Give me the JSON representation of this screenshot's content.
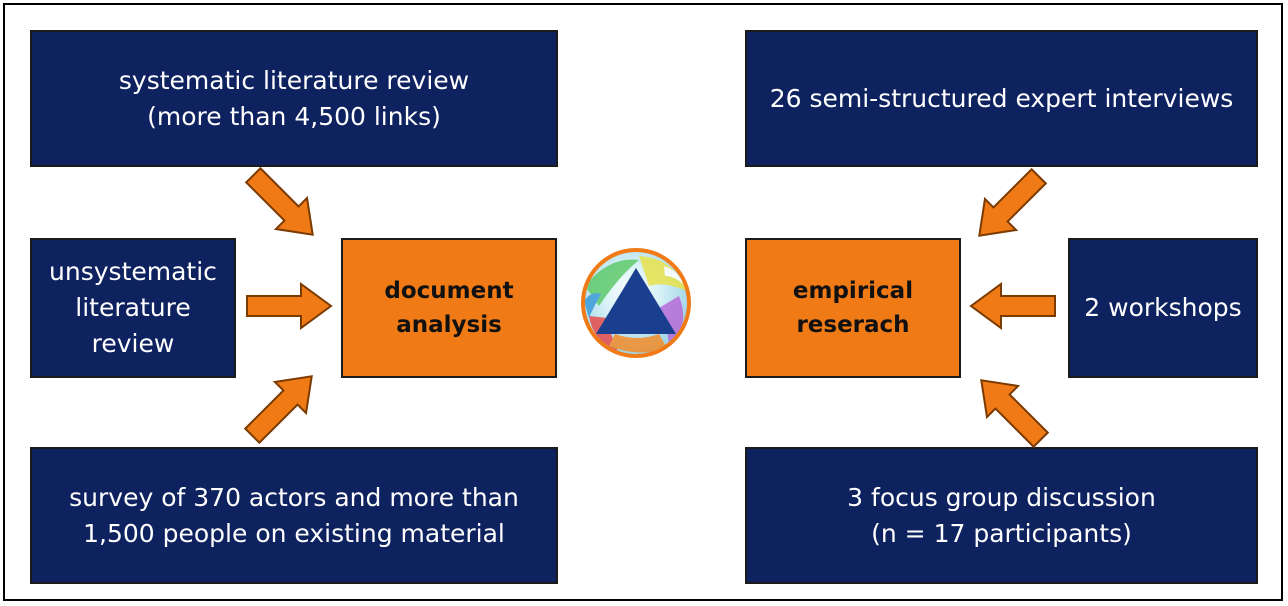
{
  "boxes": {
    "systematic_review": [
      "systematic literature review",
      "(more than 4,500 links)"
    ],
    "unsystematic_review": [
      "unsystematic",
      "literature",
      "review"
    ],
    "survey": [
      "survey of 370 actors and more than",
      "1,500 people on existing material"
    ],
    "document_analysis": [
      "document",
      "analysis"
    ],
    "expert_interviews": [
      "26 semi-structured expert interviews"
    ],
    "workshops": [
      "2 workshops"
    ],
    "focus_group": [
      "3 focus group discussion",
      "(n = 17 participants)"
    ],
    "empirical_research": [
      "empirical",
      "reserach"
    ]
  },
  "colors": {
    "navy": "#0f2260",
    "orange": "#f07a16",
    "arrow_border": "#7a3a00",
    "triangle": "#1a3f8f",
    "logo_ring": "#f07a16"
  },
  "icons": {
    "center_logo": "globe-triangle-logo"
  }
}
